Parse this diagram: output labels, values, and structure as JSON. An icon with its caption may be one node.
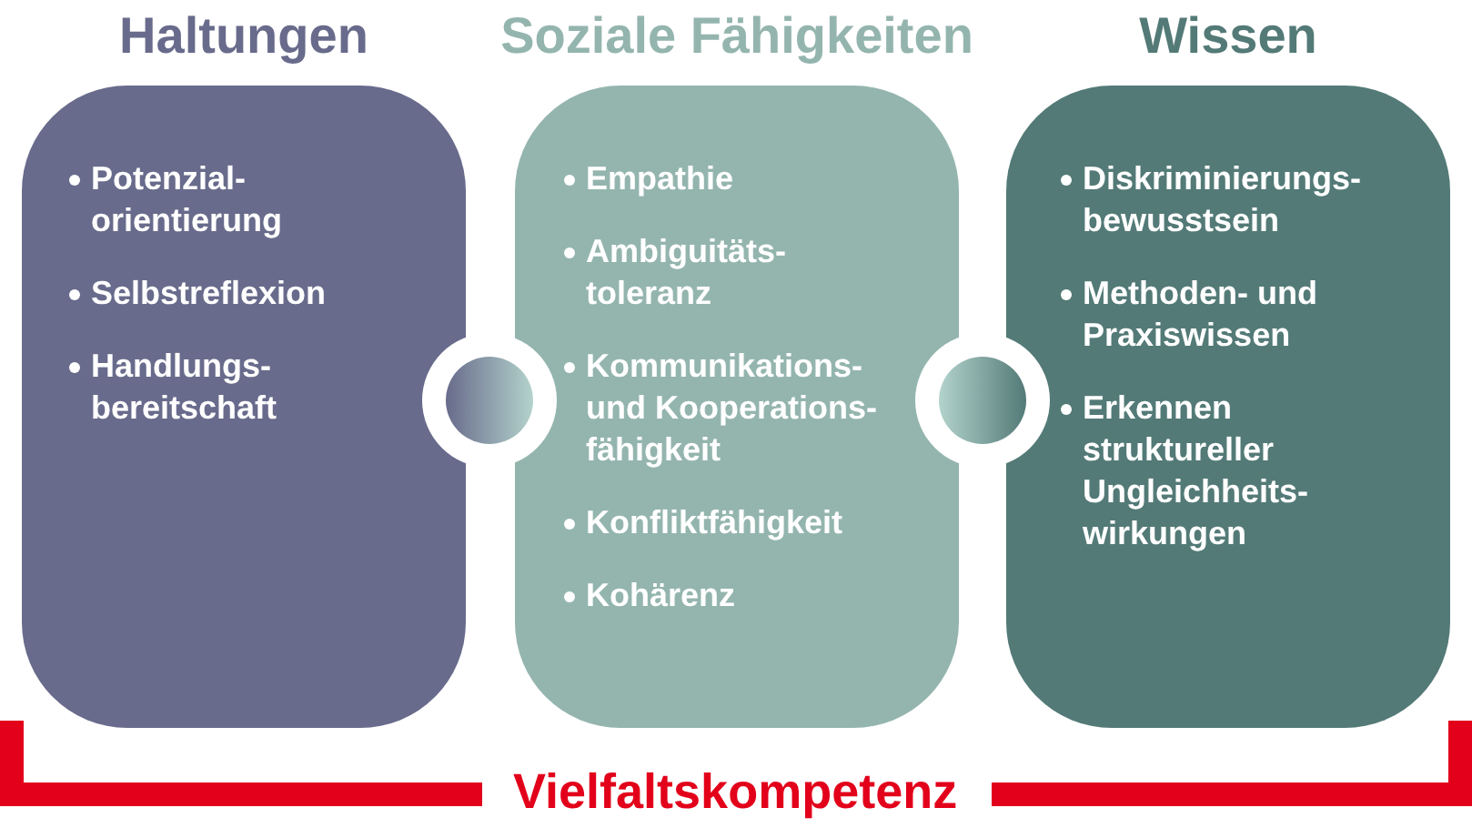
{
  "diagram": {
    "nodes": [
      {
        "text": [
          "Haltungen",
          "Potenzial- orientierung",
          "Selbstreflexion",
          "Handlungs- bereitschaft"
        ]
      },
      {
        "text": [],
        "shape": "circle"
      },
      {
        "text": [
          "Soziale Fähigkeiten",
          "Empathie",
          "Ambiguitäts- toleranz",
          "Kommunikations- und Kooperations- fähigkeit",
          "Konfliktfähigkeit",
          "Kohärenz"
        ]
      },
      {
        "text": [],
        "shape": "circle"
      },
      {
        "text": [
          "Wissen",
          "Diskriminierungs- bewusstsein",
          "Methoden- und Praxiswissen",
          "Erkennen struktureller Ungleichheits- wirkungen"
        ]
      }
    ],
    "labels": [
      "Vielfaltskompetenz"
    ]
  }
}
